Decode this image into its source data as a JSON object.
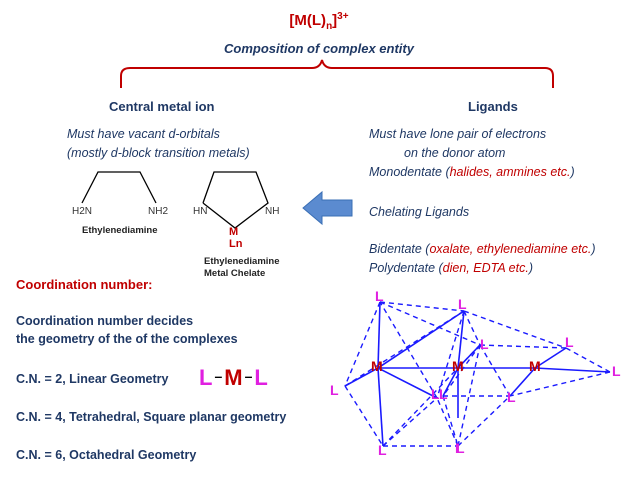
{
  "title": {
    "base": "[M(L)",
    "sub": "n",
    "close": "]",
    "sup": "3+"
  },
  "subtitle": "Composition of complex entity",
  "left_heading": "Central metal ion",
  "right_heading": "Ligands",
  "left_notes": [
    "Must have vacant d-orbitals",
    "(mostly d-block transition metals)"
  ],
  "ligand_notes": {
    "line1": "Must have lone pair of electrons",
    "line2": "on the donor atom",
    "mono_prefix": "Monodentate (",
    "mono_red": "halides, ammines etc.",
    "mono_suffix": ")",
    "chelating": "Chelating Ligands",
    "bi_prefix": "Bidentate (",
    "bi_red": "oxalate, ethylenediamine etc.",
    "bi_suffix": ")",
    "poly_prefix": "Polydentate (",
    "poly_red": "dien, EDTA etc.",
    "poly_suffix": ")"
  },
  "en_structure": {
    "left_group": "H2N",
    "right_group": "NH2",
    "caption": "Ethylenediamine"
  },
  "chelate_structure": {
    "left_group": "HN",
    "right_group": "NH",
    "metal": "M",
    "ligand": "Ln",
    "caption_line1": "Ethylenediamine",
    "caption_line2": "Metal Chelate"
  },
  "coordination": {
    "heading": "Coordination number:",
    "decides_line1": "Coordination number decides",
    "decides_line2": "the geometry of the of the complexes",
    "cn2": "C.N. = 2, Linear Geometry",
    "cn2_formula": {
      "left": "L",
      "dash": "–",
      "metal": "M",
      "right": "L"
    },
    "cn4": "C.N. = 4, Tetrahedral, Square planar geometry",
    "cn6": "C.N. = 6, Octahedral Geometry"
  },
  "polyhedra": {
    "metal_label": "M",
    "ligand_label": "L"
  },
  "colors": {
    "title_red": "#c00000",
    "text_navy": "#1f3864",
    "brace_red": "#c00000",
    "arrow_blue": "#5b8bd0",
    "bond_blue": "#1a1aff",
    "atom_magenta": "#e020e0"
  }
}
